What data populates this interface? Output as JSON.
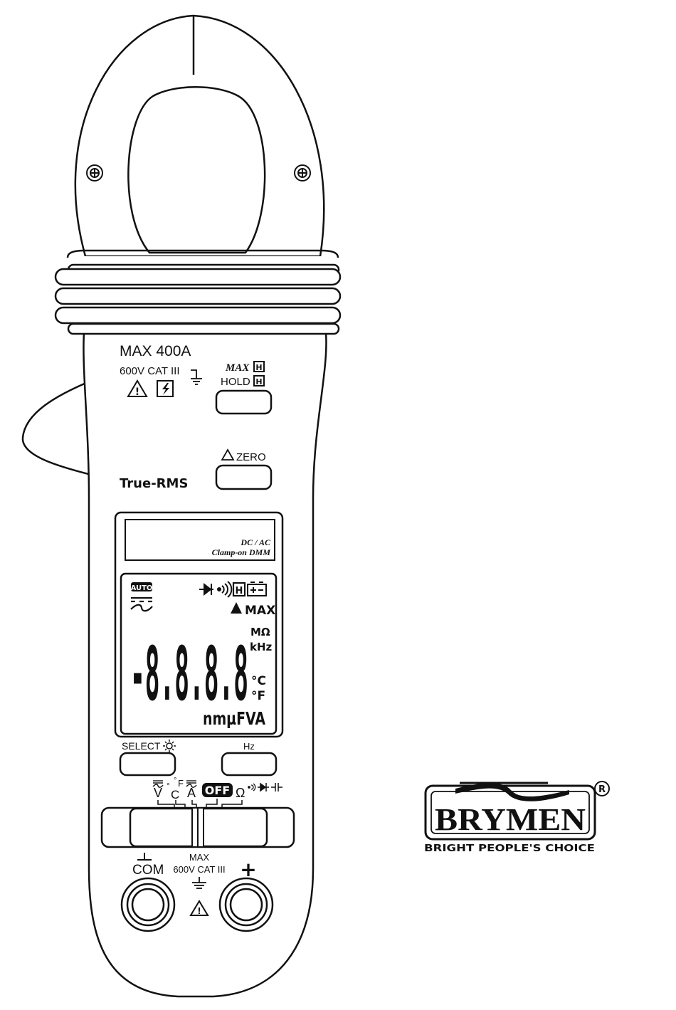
{
  "meter": {
    "max_current": "MAX 400A",
    "rating": "600V CAT III",
    "true_rms": "True-RMS",
    "buttons": {
      "max": "MAX",
      "hold": "HOLD",
      "zero": "ZERO",
      "select": "SELECT",
      "hz": "Hz"
    },
    "label_panel": {
      "line1": "DC / AC",
      "line2": "Clamp-on DMM"
    },
    "display": {
      "auto": "AUTO",
      "digits": "-8.8.8.8",
      "delta_max": "MAX",
      "units_resistance": "MΩ",
      "units_freq": "kHz",
      "celsius": "°C",
      "fahrenheit": "°F",
      "units_bottom": "nmµFVA"
    },
    "selector": {
      "v": "V",
      "c": "C",
      "f": "F",
      "a": "A",
      "off": "OFF",
      "ohm": "Ω"
    },
    "terminals": {
      "com": "COM",
      "max": "MAX",
      "rating": "600V CAT III",
      "plus": "+"
    }
  },
  "brand": {
    "name": "BRYMEN",
    "tagline": "BRIGHT PEOPLE'S CHOICE",
    "registered": "R"
  },
  "colors": {
    "ink": "#111111",
    "paper": "#ffffff",
    "lcd_bg": "#ffffff"
  }
}
